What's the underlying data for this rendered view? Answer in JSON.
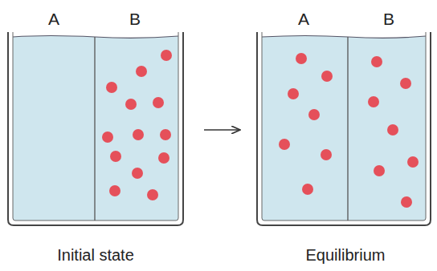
{
  "diagram": {
    "labels": [
      "A",
      "B",
      "Initial state",
      "A",
      "B",
      "Equilibrium"
    ]
  }
}
